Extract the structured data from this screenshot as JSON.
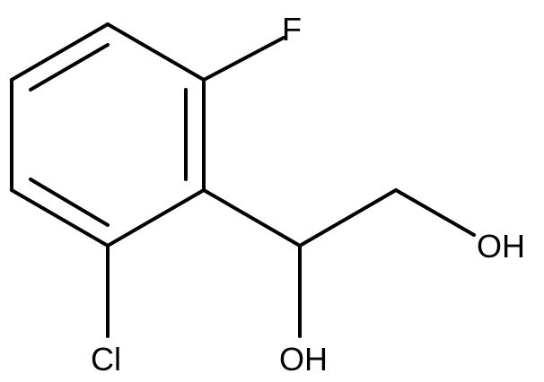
{
  "structure": {
    "atoms": {
      "fluorine": "F",
      "chlorine": "Cl",
      "hydroxyl_secondary": "OH",
      "hydroxyl_primary": "OH"
    }
  }
}
